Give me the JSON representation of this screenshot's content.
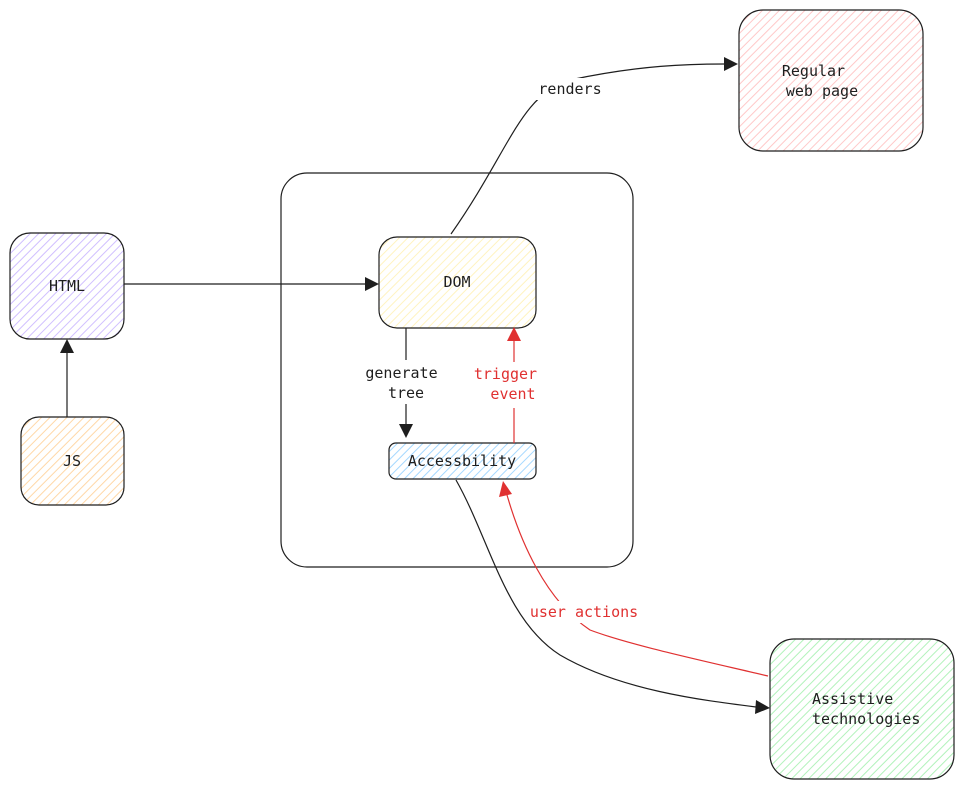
{
  "colors": {
    "stroke": "#1e1e1e",
    "accent_red": "#e03131",
    "html_fill": "#d0bfff",
    "js_fill": "#ffd8a8",
    "dom_fill": "#fff3bf",
    "accessibility_fill": "#a5d8ff",
    "regular_page_fill": "#ffc9c9",
    "assistive_fill": "#b2f2bb"
  },
  "nodes": {
    "html": {
      "label": "HTML"
    },
    "js": {
      "label": "JS"
    },
    "dom": {
      "label": "DOM"
    },
    "accessibility": {
      "label": "Accessbility"
    },
    "regular_page": {
      "lines": [
        "Regular",
        "web page"
      ]
    },
    "assistive": {
      "lines": [
        "Assistive",
        "technologies"
      ]
    }
  },
  "edges": {
    "renders": {
      "label": "renders"
    },
    "generate_tree": {
      "lines": [
        "generate",
        "tree"
      ]
    },
    "trigger_event": {
      "lines": [
        "trigger",
        "event"
      ]
    },
    "user_actions": {
      "label": "user actions"
    }
  }
}
